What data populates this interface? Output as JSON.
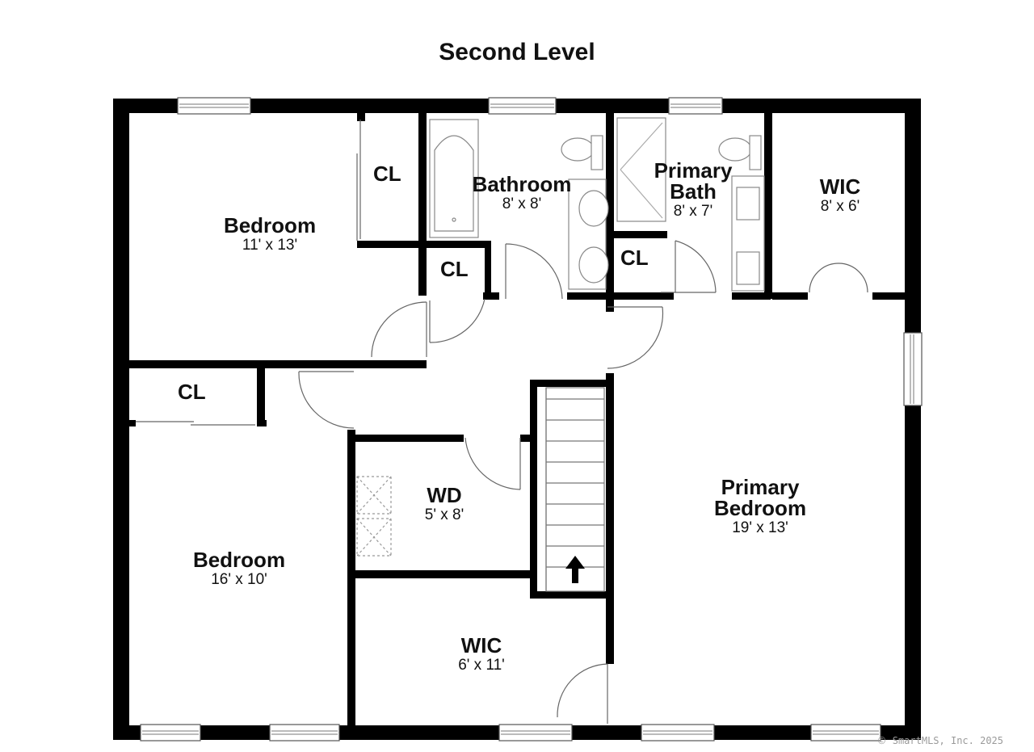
{
  "title": "Second Level",
  "rooms": {
    "bedroom_nw": {
      "name": "Bedroom",
      "dim": "11' x 13'"
    },
    "bathroom": {
      "name": "Bathroom",
      "dim": "8' x 8'"
    },
    "primary_bath": {
      "name_line1": "Primary",
      "name_line2": "Bath",
      "dim": "8' x 7'"
    },
    "wic_ne": {
      "name": "WIC",
      "dim": "8' x 6'"
    },
    "bedroom_sw": {
      "name": "Bedroom",
      "dim": "16' x 10'"
    },
    "wd": {
      "name": "WD",
      "dim": "5' x 8'"
    },
    "primary_bedroom": {
      "name_line1": "Primary",
      "name_line2": "Bedroom",
      "dim": "19' x 13'"
    },
    "wic_s": {
      "name": "WIC",
      "dim": "6' x 11'"
    }
  },
  "closets": {
    "cl1": "CL",
    "cl2": "CL",
    "cl3": "CL",
    "cl4": "CL"
  },
  "credit": {
    "icon": "copyright-icon",
    "text": "SmartMLS, Inc.  2025"
  },
  "colors": {
    "wall": "#000000",
    "fixture": "#888888",
    "background": "#ffffff"
  }
}
